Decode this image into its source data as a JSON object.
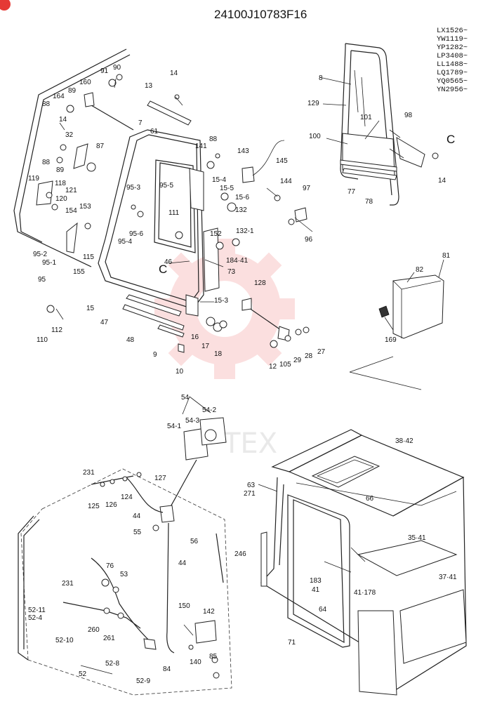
{
  "header": {
    "drawing_number": "24100J10783F16"
  },
  "serial_ranges": [
    "LX1526~",
    "YW1119~",
    "YP1282~",
    "LP3408~",
    "LL1488~",
    "LQ1789~",
    "YQ0565~",
    "YN2956~"
  ],
  "watermark": {
    "text": "TEX",
    "logo": "gear-logo",
    "color": "#f08a8a"
  },
  "callouts": [
    {
      "text": "91"
    },
    {
      "text": "90"
    },
    {
      "text": "14"
    },
    {
      "text": "160"
    },
    {
      "text": "164"
    },
    {
      "text": "89"
    },
    {
      "text": "88"
    },
    {
      "text": "13"
    },
    {
      "text": "14"
    },
    {
      "text": "7"
    },
    {
      "text": "61"
    },
    {
      "text": "32"
    },
    {
      "text": "141"
    },
    {
      "text": "88"
    },
    {
      "text": "88"
    },
    {
      "text": "87"
    },
    {
      "text": "89"
    },
    {
      "text": "143"
    },
    {
      "text": "145"
    },
    {
      "text": "119"
    },
    {
      "text": "118"
    },
    {
      "text": "121"
    },
    {
      "text": "120"
    },
    {
      "text": "95-3"
    },
    {
      "text": "95-5"
    },
    {
      "text": "15-4"
    },
    {
      "text": "15-5"
    },
    {
      "text": "15-6"
    },
    {
      "text": "144"
    },
    {
      "text": "97"
    },
    {
      "text": "154"
    },
    {
      "text": "153"
    },
    {
      "text": "111"
    },
    {
      "text": "132"
    },
    {
      "text": "95-6"
    },
    {
      "text": "95-4"
    },
    {
      "text": "132-1"
    },
    {
      "text": "152"
    },
    {
      "text": "96"
    },
    {
      "text": "115"
    },
    {
      "text": "95-2"
    },
    {
      "text": "95-1"
    },
    {
      "text": "155"
    },
    {
      "text": "95"
    },
    {
      "text": "46"
    },
    {
      "text": "C"
    },
    {
      "text": "184·41"
    },
    {
      "text": "73"
    },
    {
      "text": "15"
    },
    {
      "text": "128"
    },
    {
      "text": "15-3"
    },
    {
      "text": "112"
    },
    {
      "text": "110"
    },
    {
      "text": "47"
    },
    {
      "text": "48"
    },
    {
      "text": "16"
    },
    {
      "text": "17"
    },
    {
      "text": "18"
    },
    {
      "text": "9"
    },
    {
      "text": "10"
    },
    {
      "text": "105"
    },
    {
      "text": "12"
    },
    {
      "text": "29"
    },
    {
      "text": "28"
    },
    {
      "text": "27"
    },
    {
      "text": "8"
    },
    {
      "text": "129"
    },
    {
      "text": "101"
    },
    {
      "text": "98"
    },
    {
      "text": "100"
    },
    {
      "text": "C"
    },
    {
      "text": "14"
    },
    {
      "text": "77"
    },
    {
      "text": "78"
    },
    {
      "text": "82"
    },
    {
      "text": "81"
    },
    {
      "text": "169"
    },
    {
      "text": "54"
    },
    {
      "text": "54-2"
    },
    {
      "text": "54-3"
    },
    {
      "text": "54-1"
    },
    {
      "text": "231"
    },
    {
      "text": "127"
    },
    {
      "text": "125"
    },
    {
      "text": "126"
    },
    {
      "text": "124"
    },
    {
      "text": "44"
    },
    {
      "text": "55"
    },
    {
      "text": "56"
    },
    {
      "text": "44"
    },
    {
      "text": "76"
    },
    {
      "text": "53"
    },
    {
      "text": "231"
    },
    {
      "text": "150"
    },
    {
      "text": "142"
    },
    {
      "text": "52-11"
    },
    {
      "text": "52-4"
    },
    {
      "text": "260"
    },
    {
      "text": "261"
    },
    {
      "text": "52-10"
    },
    {
      "text": "52-8"
    },
    {
      "text": "140"
    },
    {
      "text": "85"
    },
    {
      "text": "84"
    },
    {
      "text": "52"
    },
    {
      "text": "52-9"
    },
    {
      "text": "38·42"
    },
    {
      "text": "63"
    },
    {
      "text": "271"
    },
    {
      "text": "66"
    },
    {
      "text": "35·41"
    },
    {
      "text": "246"
    },
    {
      "text": "183"
    },
    {
      "text": "41"
    },
    {
      "text": "37·41"
    },
    {
      "text": "41·178"
    },
    {
      "text": "64"
    },
    {
      "text": "71"
    }
  ]
}
